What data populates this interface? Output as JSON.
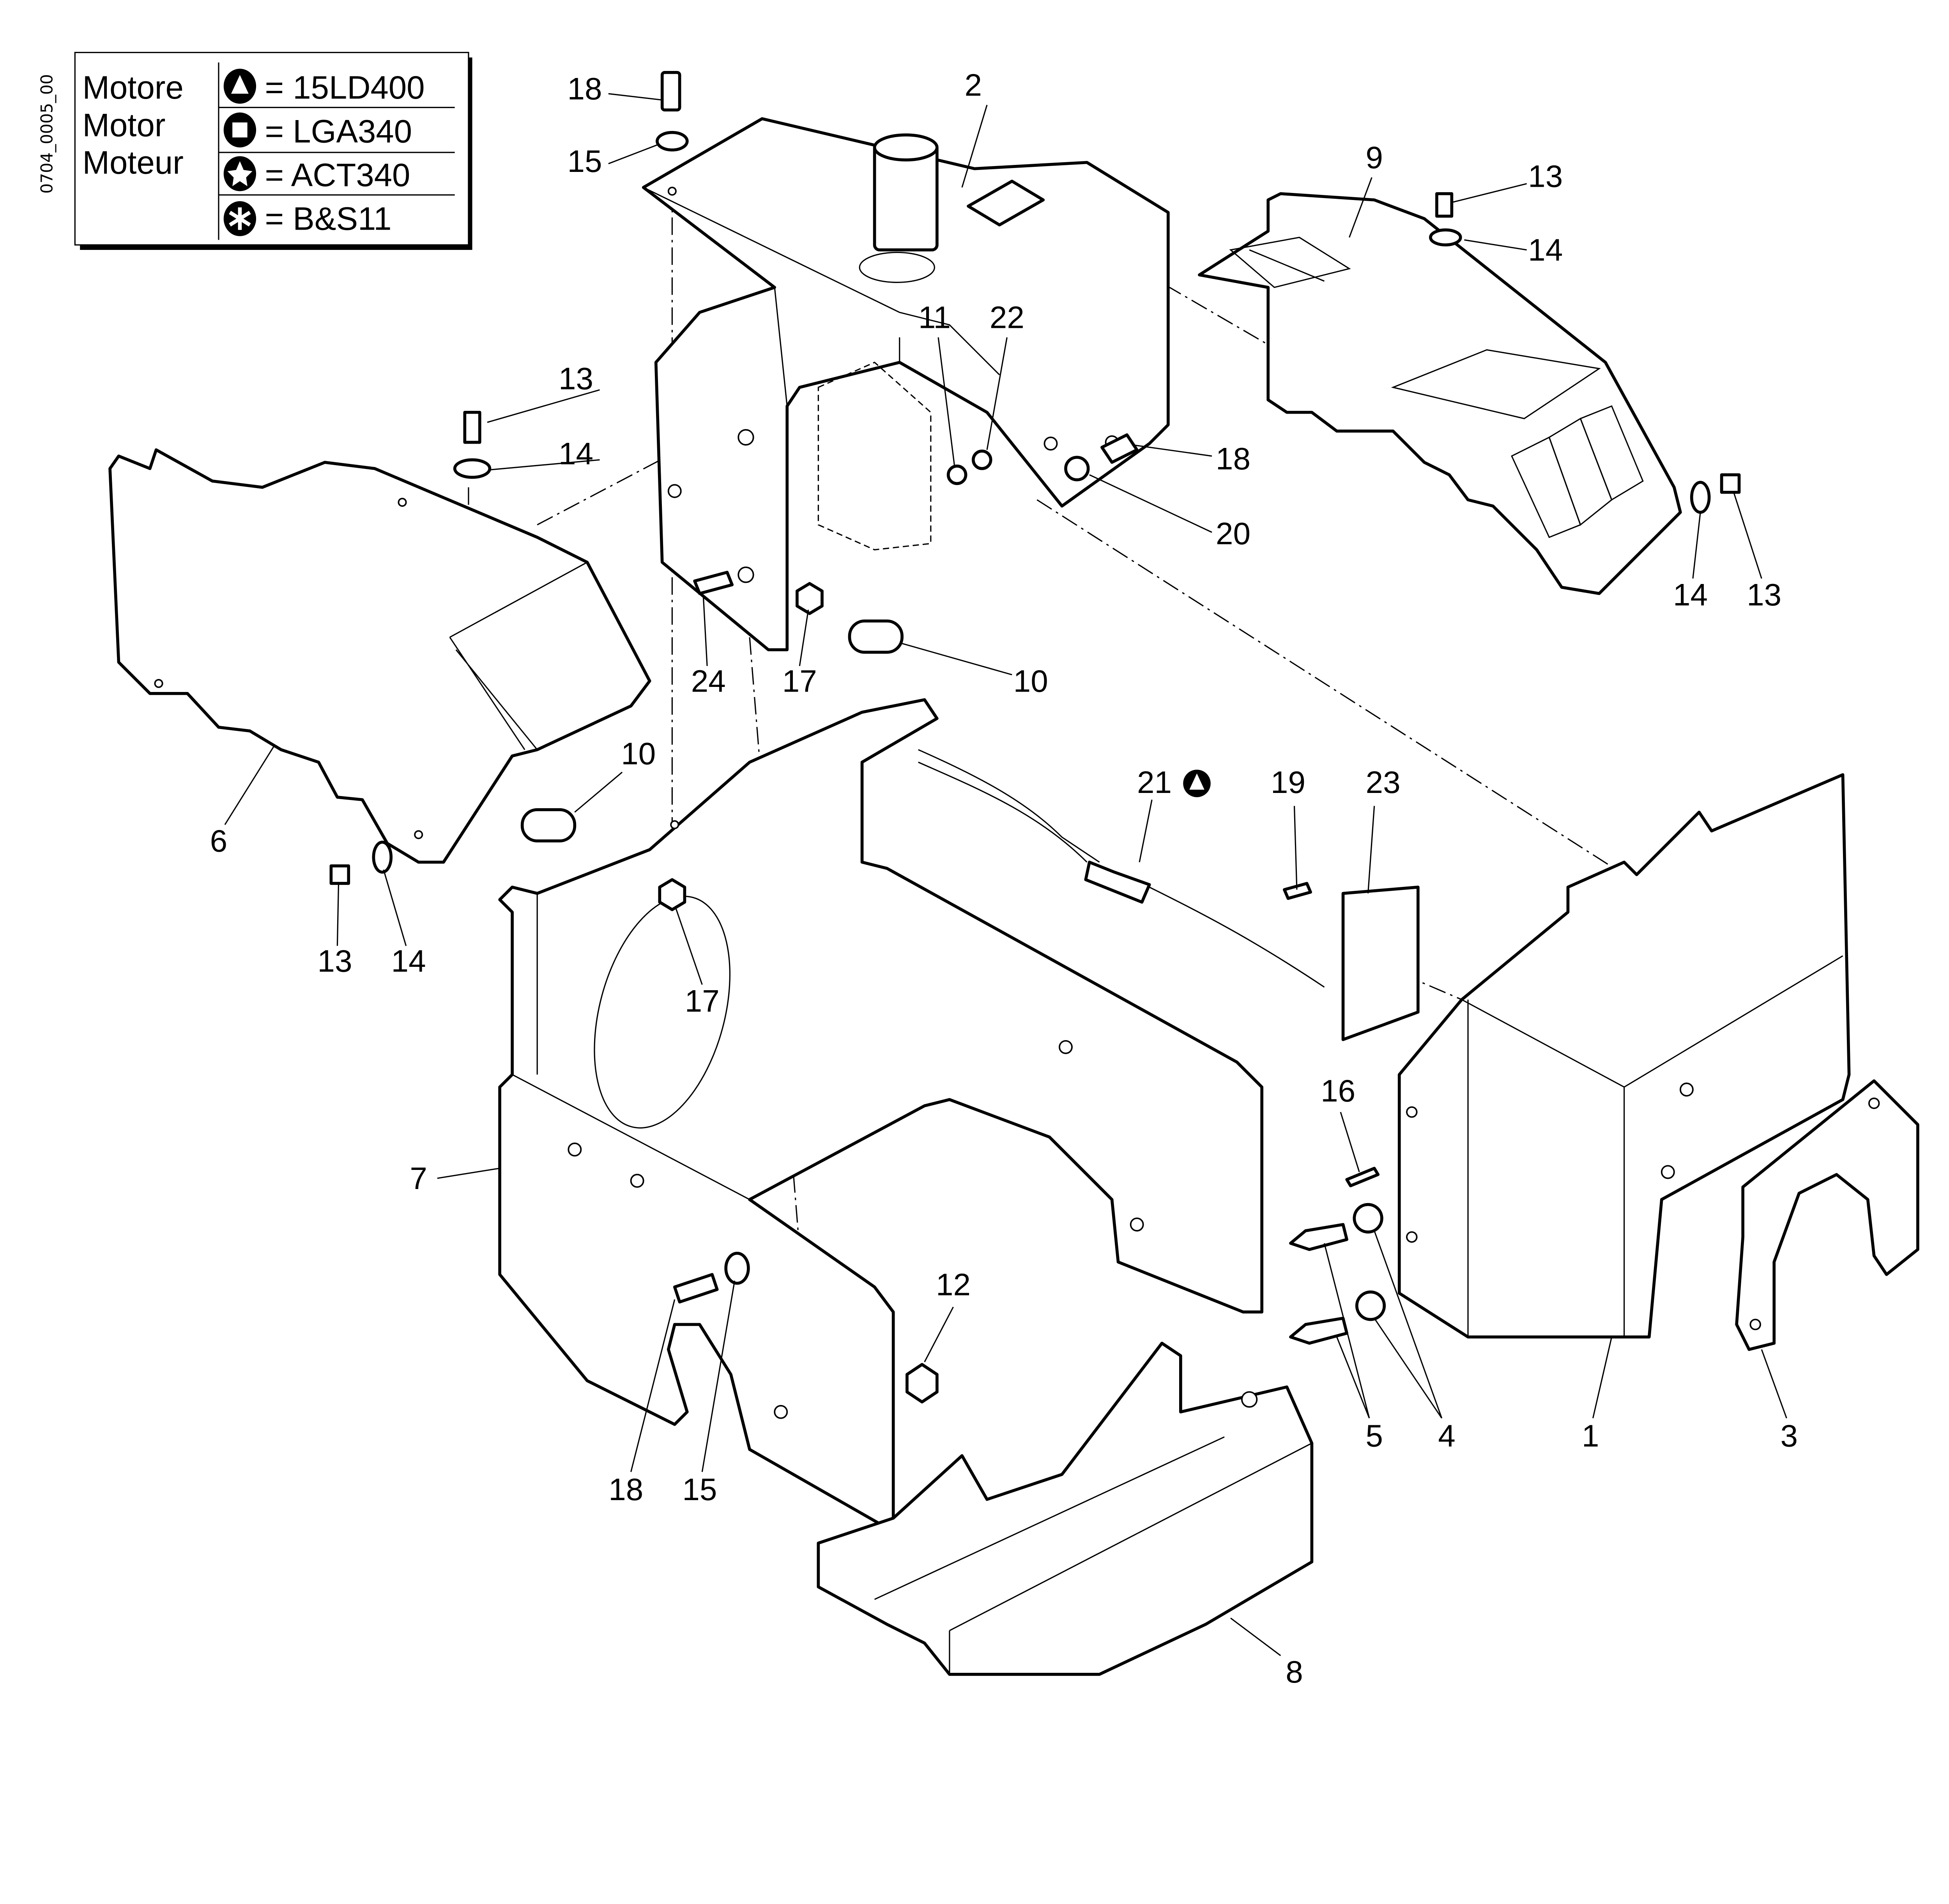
{
  "drawing_code": "0704_0005_00",
  "legend": {
    "labels": [
      "Motore",
      "Motor",
      "Moteur"
    ],
    "entries": [
      {
        "icon": "triangle-in-circle-icon",
        "text": "= 15LD400"
      },
      {
        "icon": "square-in-circle-icon",
        "text": "= LGA340"
      },
      {
        "icon": "star-in-circle-icon",
        "text": "= ACT340"
      },
      {
        "icon": "asterisk-in-circle-icon",
        "text": "= B&S11"
      }
    ]
  },
  "callouts": [
    "18",
    "2",
    "15",
    "9",
    "13",
    "14",
    "11",
    "22",
    "13",
    "14",
    "18",
    "20",
    "14",
    "13",
    "24",
    "17",
    "10",
    "10",
    "21",
    "19",
    "23",
    "6",
    "13",
    "14",
    "17",
    "7",
    "16",
    "12",
    "5",
    "4",
    "1",
    "3",
    "18",
    "15",
    "8"
  ],
  "callout_21_marker": "triangle-in-circle-icon"
}
